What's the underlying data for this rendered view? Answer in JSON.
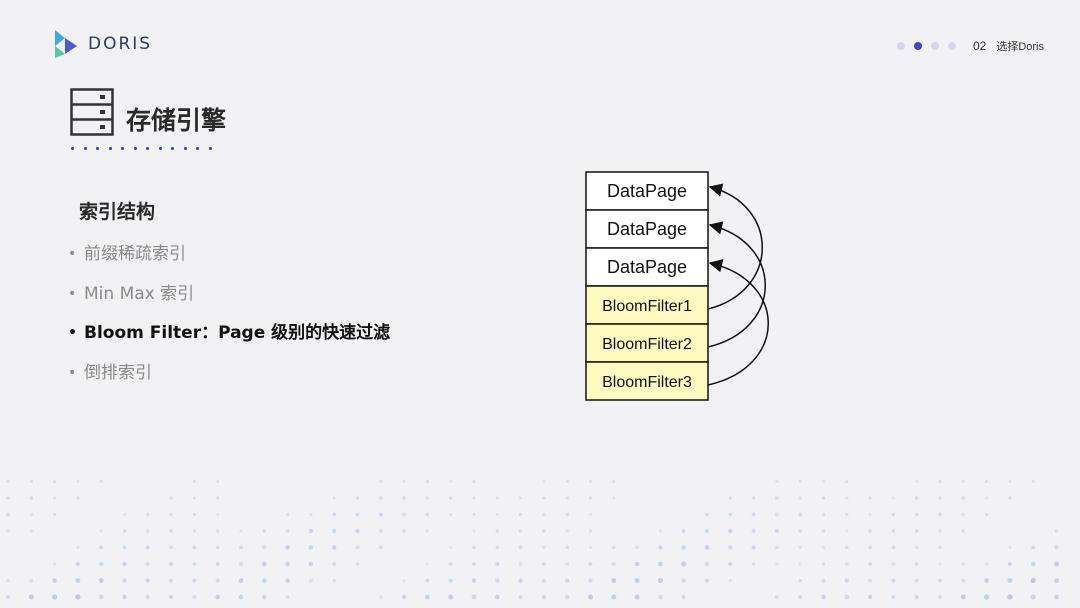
{
  "header": {
    "logo_text": "DORIS",
    "page_number": "02",
    "section_label": "选择Doris",
    "pager_dots": 4,
    "pager_active": 1
  },
  "title": {
    "icon": "storage-server-icon",
    "text": "存储引擎"
  },
  "subheading": "索引结构",
  "bullets": [
    {
      "text": "前缀稀疏索引",
      "current": false
    },
    {
      "text": "Min Max 索引",
      "current": false
    },
    {
      "text": "Bloom Filter：Page 级别的快速过滤",
      "current": true
    },
    {
      "text": "倒排索引",
      "current": false
    }
  ],
  "diagram": {
    "blocks": [
      {
        "label": "DataPage",
        "kind": "data"
      },
      {
        "label": "DataPage",
        "kind": "data"
      },
      {
        "label": "DataPage",
        "kind": "data"
      },
      {
        "label": "BloomFilter1",
        "kind": "bloom"
      },
      {
        "label": "BloomFilter2",
        "kind": "bloom"
      },
      {
        "label": "BloomFilter3",
        "kind": "bloom"
      }
    ],
    "links": [
      {
        "from": 3,
        "to": 0
      },
      {
        "from": 4,
        "to": 1
      },
      {
        "from": 5,
        "to": 2
      }
    ]
  },
  "colors": {
    "accent": "#3b47d6",
    "data_fill": "#ffffff",
    "bloom_fill": "#fffbc0",
    "background": "#f2f2f4"
  }
}
